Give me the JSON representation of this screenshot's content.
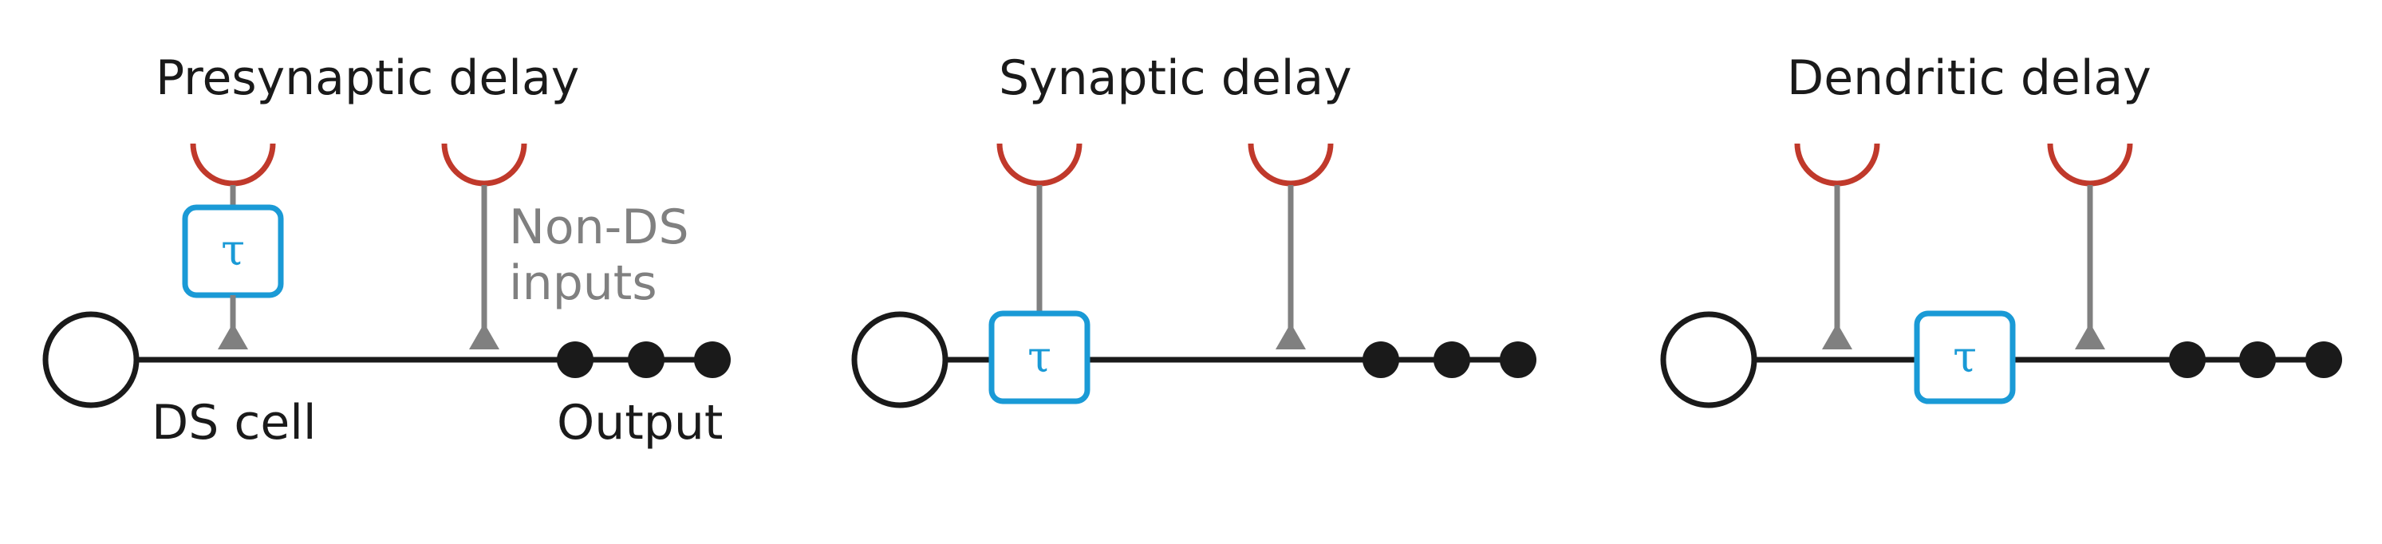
{
  "panels": [
    {
      "title": "Presynaptic delay",
      "delay_symbol": "τ"
    },
    {
      "title": "Synaptic delay",
      "delay_symbol": "τ"
    },
    {
      "title": "Dendritic delay",
      "delay_symbol": "τ"
    }
  ],
  "labels": {
    "ds_cell": "DS cell",
    "output": "Output",
    "non_ds_inputs_line1": "Non-DS",
    "non_ds_inputs_line2": "inputs"
  },
  "colors": {
    "line": "#1a1a1a",
    "input_stalk": "#808080",
    "receptor_cup": "#c0392b",
    "delay_box": "#1a9ad6"
  }
}
